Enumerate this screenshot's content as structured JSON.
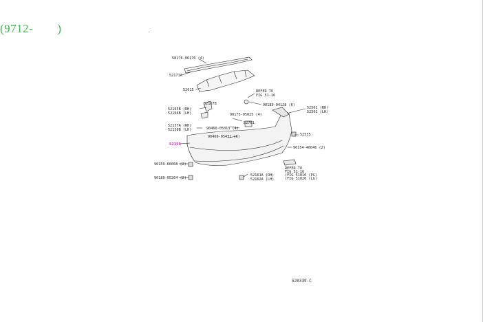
{
  "header": {
    "code_range": "(9712-　　)"
  },
  "diagram": {
    "labels": {
      "reinforce_bolt": "58176-06176 (4)",
      "reinforcement": "52171A",
      "absorber": "52615",
      "refer_top": "REFER TO",
      "refer_top_fig": "FIG 51-16",
      "retainer_nut": "90189-04128 (6)",
      "extension_rh": "52561 (RH)",
      "extension_lh": "52562 (LH)",
      "clip_a": "52187B",
      "support_rh": "52165B (RH)",
      "support_lh": "52166B (LH)",
      "clip_b": "90175-05025 (4)",
      "pad": "52761",
      "retainer_rh": "52157A (RH)",
      "retainer_lh": "52158B (LH)",
      "screw_a": "90460-05013 (4)",
      "screw_b": "90469-05431 (6)",
      "clip_c": "52535",
      "cover": "52159",
      "nut_b": "90154-40046 (2)",
      "bolt_a": "90159-60068 (2)",
      "refer_bottom": "REFER TO",
      "refer_bottom_fig": "FIG 51-16",
      "pig_a": "(FIG 51010 (PG)",
      "pig_b": "(FIG 51020 (LG)",
      "bolt_b": "90189-05264 (2)",
      "seal_rh": "52161A (RH)",
      "seal_lh": "52162A (LH)",
      "figure_number": "520339-C"
    }
  },
  "colors": {
    "code_range": "#39b54a",
    "highlight_label": "#c21f9c"
  }
}
